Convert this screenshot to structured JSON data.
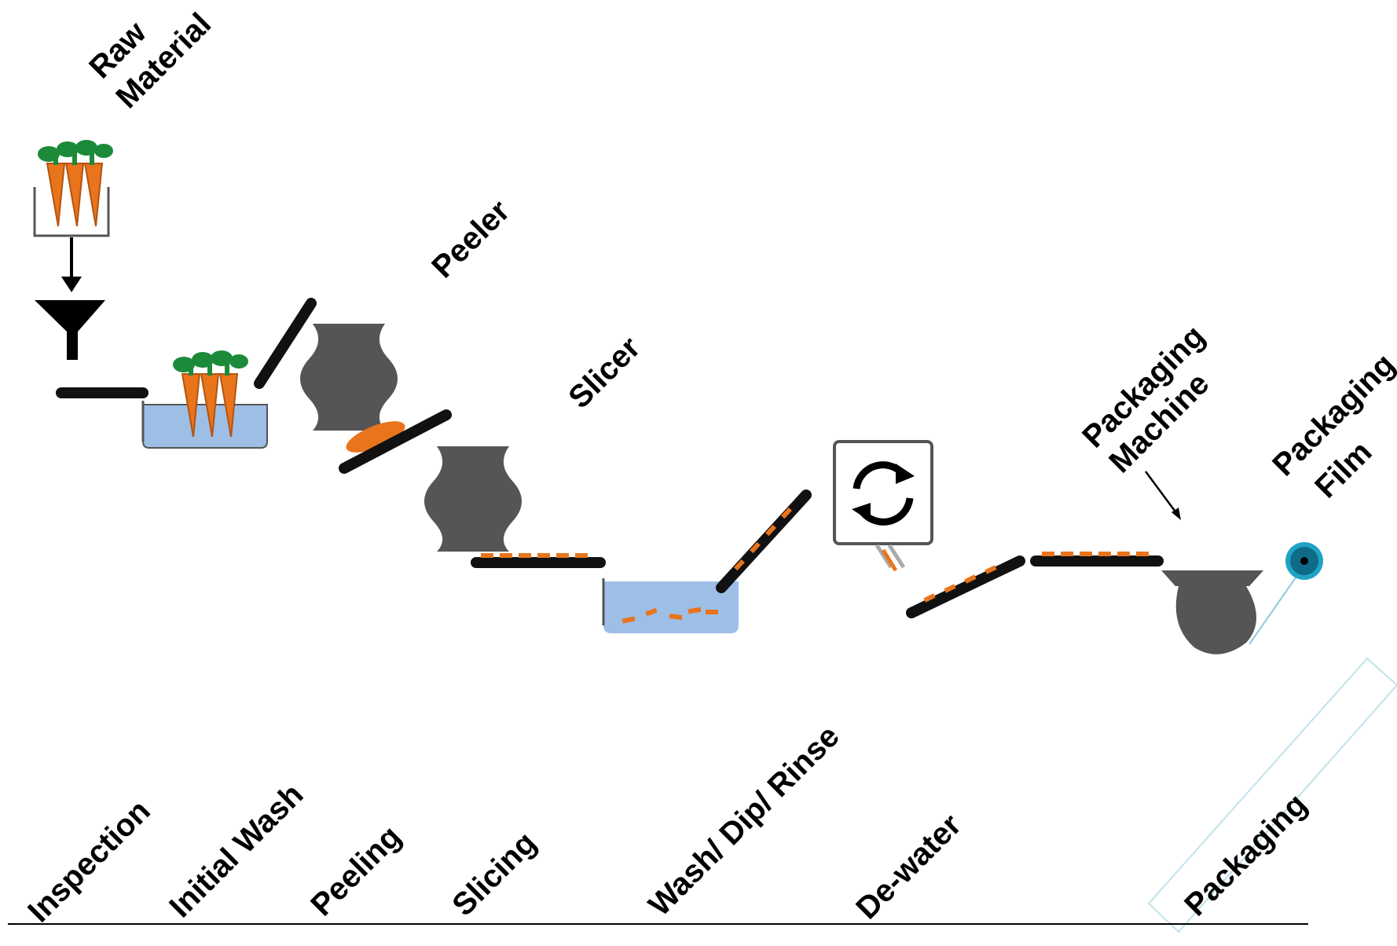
{
  "equipment_labels": {
    "raw_material_line1": "Raw",
    "raw_material_line2": "Material",
    "peeler": "Peeler",
    "slicer": "Slicer",
    "packaging_machine_line1": "Packaging",
    "packaging_machine_line2": "Machine",
    "packaging_film_line1": "Packaging",
    "packaging_film_line2": "Film"
  },
  "process_steps": [
    "Inspection",
    "Initial Wash",
    "Peeling",
    "Slicing",
    "Wash/ Dip/ Rinse",
    "De-water",
    "Packaging"
  ],
  "colors": {
    "conveyor": "#111111",
    "machine": "#555555",
    "water": "#9dbfe6",
    "carrot": "#e8741c",
    "leaves": "#1d8a3a"
  }
}
